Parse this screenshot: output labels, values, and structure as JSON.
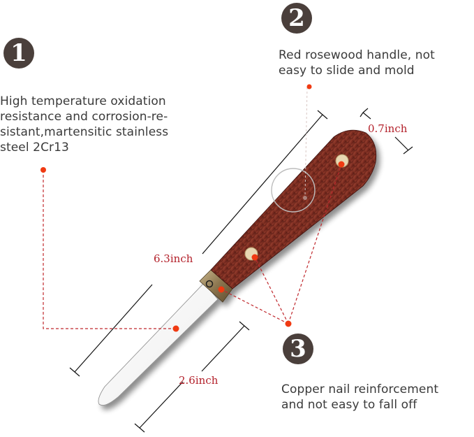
{
  "annotations": [
    {
      "number": "1",
      "text_lines": [
        "High temperature oxidation",
        "resistance and corrosion-re-",
        "sistant,martensitic stainless",
        "steel 2Cr13"
      ]
    },
    {
      "number": "2",
      "text_lines": [
        "Red rosewood handle, not",
        "easy to slide and mold"
      ]
    },
    {
      "number": "3",
      "text_lines": [
        "Copper nail reinforcement",
        "and not easy to fall off"
      ]
    }
  ],
  "dimensions": {
    "total_length": "6.3inch",
    "blade_length": "2.6inch",
    "handle_width": "0.7inch"
  },
  "colors": {
    "badge": "#4a3f3b",
    "note_text": "#3a3a3a",
    "dimension_text": "#b3202a",
    "marker_dot": "#f03a12",
    "leader_line": "#c0282d",
    "handle_wood": "#7a2e22",
    "bolster_brass": "#9a8660",
    "blade_steel": "#f2f2f2"
  }
}
